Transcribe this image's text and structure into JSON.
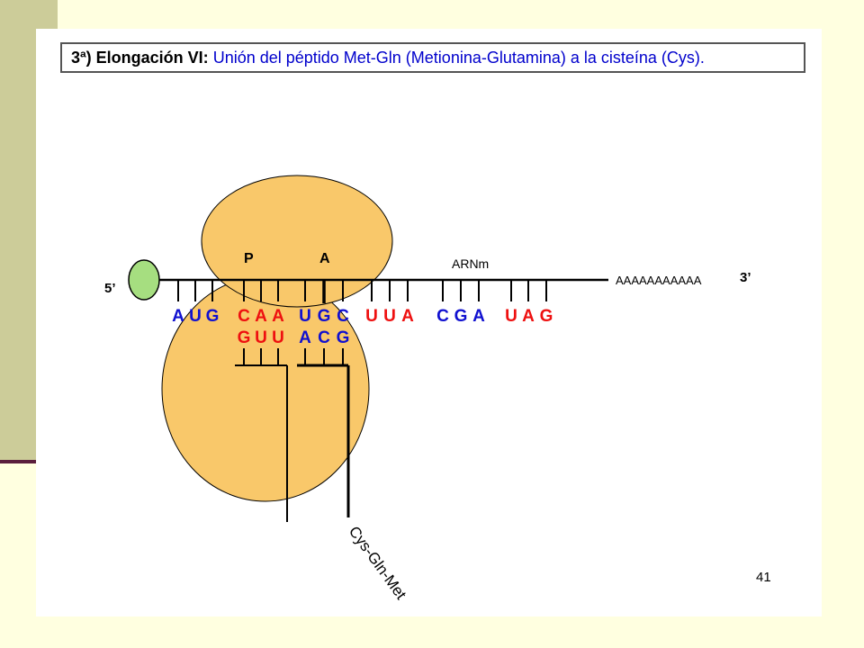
{
  "title": {
    "bold": "3ª) Elongación VI:",
    "rest": " Unión del péptido Met-Gln (Metionina-Glutamina)  a la cisteína (Cys)."
  },
  "labels": {
    "five_prime": "5’",
    "three_prime": "3’",
    "site_p": "P",
    "site_a": "A",
    "mrna": "ARNm",
    "poly_a": "AAAAAAAAAAA",
    "peptide": "Cys-Gln-Met"
  },
  "codons": [
    {
      "bases": [
        "A",
        "U",
        "G"
      ],
      "color": "#1010D0"
    },
    {
      "bases": [
        "C",
        "A",
        "A"
      ],
      "color": "#EE1010"
    },
    {
      "bases": [
        "U",
        "G",
        "C"
      ],
      "color": "#1010D0"
    },
    {
      "bases": [
        "U",
        "U",
        "A"
      ],
      "color": "#EE1010"
    },
    {
      "bases": [
        "C",
        "G",
        "A"
      ],
      "color": "#1010D0"
    },
    {
      "bases": [
        "U",
        "A",
        "G"
      ],
      "color": "#EE1010"
    }
  ],
  "anticodons": [
    {
      "bases": [
        "G",
        "U",
        "U"
      ],
      "color": "#EE1010"
    },
    {
      "bases": [
        "A",
        "C",
        "G"
      ],
      "color": "#1010D0"
    }
  ],
  "colors": {
    "ribosome": "#F9C86A",
    "cap": "#A6DE80",
    "sidebar": "#CCCC99",
    "background": "#FFFFE0"
  },
  "page_number": "41"
}
